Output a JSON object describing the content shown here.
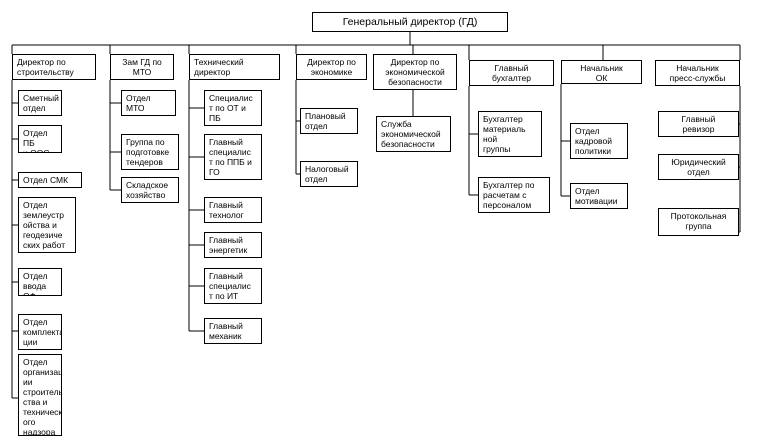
{
  "root": "Генеральный директор (ГД)",
  "columns": [
    {
      "head": "Директор по\nстроительству",
      "children": [
        "Сметный\nотдел",
        "Отдел ПБ\nи ООС",
        "Отдел СМК",
        "Отдел\nземлеустр\nойства и\nгеодезиче\nских работ",
        "Отдел\nввода ОФ",
        "Отдел\nкомплекта\nции",
        "Отдел\nорганизац\nии\nстроитель\nства и\nтехническ\nого\nнадзора"
      ]
    },
    {
      "head": "Зам ГД по\nМТО",
      "children": [
        "Отдел\nМТО",
        "Группа по\nподготовке\nтендеров",
        "Складское\nхозяйство"
      ]
    },
    {
      "head": "Технический\nдиректор",
      "children": [
        "Специалис\nт по ОТ и\nПБ",
        "Главный\nспециалис\nт по ППБ и\nГО",
        "Главный\nтехнолог",
        "Главный\nэнергетик",
        "Главный\nспециалис\nт по ИТ",
        "Главный\nмеханик"
      ]
    },
    {
      "head": "Директор по\nэкономике",
      "children": [
        "Плановый\nотдел",
        "Налоговый\nотдел"
      ]
    },
    {
      "head": "Директор по\nэкономической\nбезопасности",
      "children": [
        "Служба\nэкономической\nбезопасности"
      ]
    },
    {
      "head": "Главный\nбухгалтер",
      "children": [
        "Бухгалтер\nматериаль\nной\nгруппы",
        "Бухгалтер по\nрасчетам с\nперсоналом"
      ]
    },
    {
      "head": "Начальник\nОК",
      "children": [
        "Отдел\nкадровой\nполитики",
        "Отдел\nмотивации"
      ]
    },
    {
      "head": "Начальник\nпресс-службы",
      "children": [
        "Главный\nревизор",
        "Юридический\nотдел",
        "Протокольная\nгруппа"
      ]
    }
  ]
}
